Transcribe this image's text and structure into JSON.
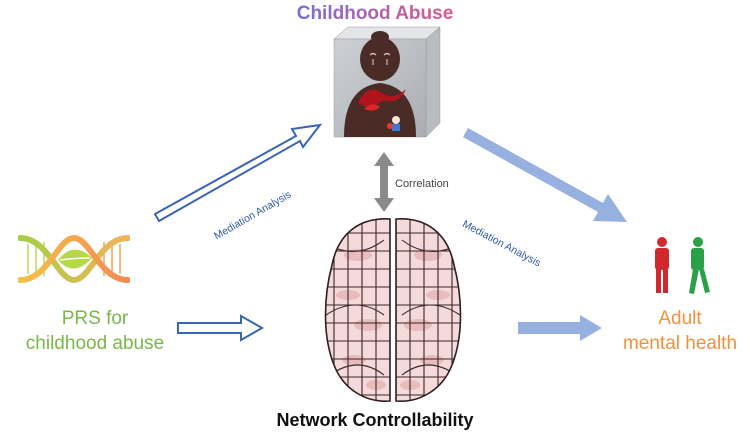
{
  "title": "Childhood Abuse",
  "prs_line1": "PRS for",
  "prs_line2": "childhood abuse",
  "adult_line1": "Adult",
  "adult_line2": "mental health",
  "network": "Network Controllability",
  "correlation": "Correlation",
  "mediation_left": "Mediation Analysis",
  "mediation_right": "Mediation Analysis",
  "colors": {
    "title_gradient": [
      "#7a6fd0",
      "#e05a8a"
    ],
    "prs": "#7ab648",
    "adult": "#f0913c",
    "outline_arrow": "#3a64b4",
    "solid_arrow": "#96b0e0",
    "correlation_arrow": "#8a8a8a",
    "person_red": "#d0282c",
    "person_green": "#2aa048"
  },
  "icons": [
    "dna-leaf-icon",
    "abuse-cube-icon",
    "brain-network-icon",
    "person-red-icon",
    "person-green-icon"
  ]
}
